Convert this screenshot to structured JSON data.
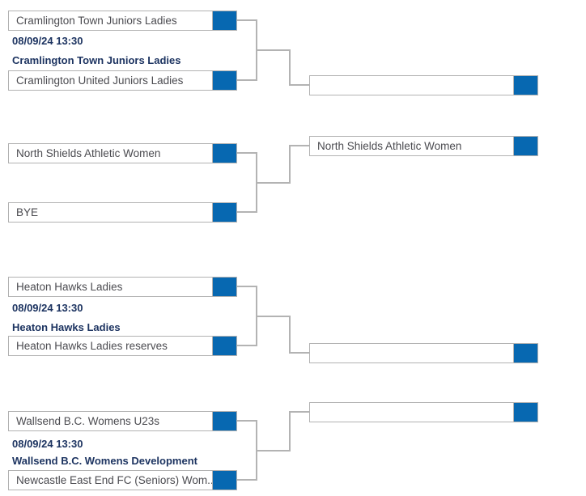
{
  "colors": {
    "accent_blue": "#0768b1",
    "connector_gray": "#b3b3b3",
    "box_border_gray": "#b2b2b2",
    "team_text": "#4b4b50",
    "meta_text": "#1d3461"
  },
  "round1": {
    "matches": [
      {
        "top": "Cramlington Town Juniors Ladies",
        "bottom": "Cramlington United Juniors Ladies",
        "date": "08/09/24 13:30",
        "winner": "Cramlington Town Juniors Ladies"
      },
      {
        "top": "North Shields Athletic Women",
        "bottom": "BYE"
      },
      {
        "top": "Heaton Hawks Ladies",
        "bottom": "Heaton Hawks Ladies reserves",
        "date": "08/09/24 13:30",
        "winner": "Heaton Hawks Ladies"
      },
      {
        "top": "Wallsend B.C. Womens U23s",
        "bottom": "Newcastle East End FC (Seniors) Wom...",
        "date": "08/09/24 13:30",
        "winner": "Wallsend B.C. Womens Development"
      }
    ]
  },
  "round2": {
    "slots": [
      {
        "team": ""
      },
      {
        "team": "North Shields Athletic Women"
      },
      {
        "team": ""
      },
      {
        "team": ""
      }
    ]
  }
}
